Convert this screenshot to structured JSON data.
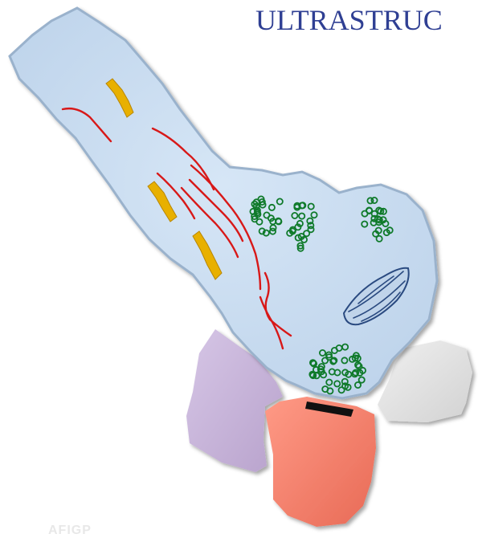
{
  "title": {
    "text": "ULTRASTRUC"
  },
  "footer": {
    "text": "AFIGP"
  },
  "colors": {
    "title": "#2f3f93",
    "cytoplasm_fill": "#c8dcf0",
    "cytoplasm_edge": "#9ab2cc",
    "filament": "#d81818",
    "mitochondrion_rod": "#e8b000",
    "vesicle": "#0f7a2a",
    "organelle_stripes": "#2a4a80",
    "purple_cell": "#c7b4d9",
    "salmon_cell": "#f5806c",
    "gray_cell": "#e2e2e2",
    "density": "#111111"
  },
  "icons": {
    "vesicle": "ring-glyph",
    "mitochondrion": "yellow-rod",
    "filament": "red-curve"
  }
}
